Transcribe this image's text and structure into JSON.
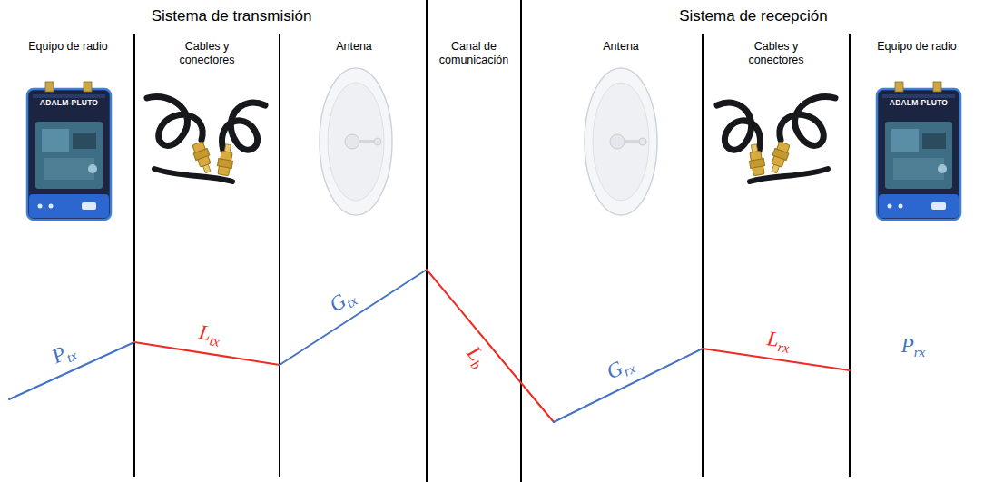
{
  "diagram": {
    "labels": [
      "Sistema de transmisión",
      "Sistema de recepción",
      "Equipo de radio",
      "Cables y conectores",
      "Antena",
      "Canal de comunicación",
      "Antena",
      "Cables y conectores",
      "Equipo de radio",
      "ADALM-PLUTO",
      "ADALM-PLUTO",
      "Ptx",
      "Ltx",
      "Gtx",
      "Lb",
      "Grx",
      "Lrx",
      "Prx"
    ]
  }
}
